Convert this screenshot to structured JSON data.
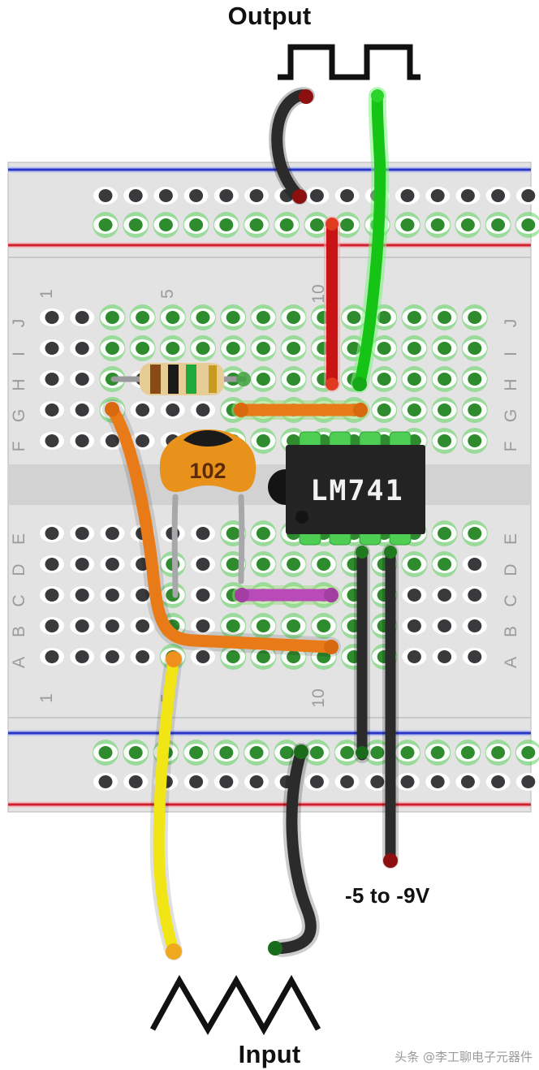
{
  "labels": {
    "output": "Output",
    "input": "Input",
    "supply": "-5 to -9V",
    "watermark": "头条 @李工聊电子元器件"
  },
  "ic": {
    "name": "ic-lm741",
    "marking": "LM741",
    "pin_count": 8
  },
  "capacitor": {
    "marking": "102",
    "type": "ceramic-disc",
    "color": "#e8921c"
  },
  "resistor": {
    "bands": [
      "brown",
      "black",
      "green",
      "gold"
    ],
    "band_colors": [
      "#8a4a16",
      "#1a1a1a",
      "#1faa3c",
      "#c79a20"
    ],
    "body_color": "#e8cc96"
  },
  "breadboard": {
    "row_labels_top": [
      "J",
      "I",
      "H",
      "G",
      "F"
    ],
    "row_labels_bottom": [
      "E",
      "D",
      "C",
      "B",
      "A"
    ],
    "column_numbers": [
      "1",
      "5",
      "10"
    ],
    "rail_positive_color": "#cf2030",
    "rail_negative_color": "#2b37c4",
    "body_color": "#e3e3e4"
  },
  "wires": [
    {
      "name": "wire-black-output-top",
      "color": "#2b2b2b",
      "tip": "#8c1010"
    },
    {
      "name": "wire-green-output",
      "color": "#16c416",
      "tip": "#16c416"
    },
    {
      "name": "wire-red-rail-jumper",
      "color": "#c81414",
      "tip": "#c81414"
    },
    {
      "name": "wire-orange-jumper-long",
      "color": "#e87a18",
      "tip": "#e87a18"
    },
    {
      "name": "wire-orange-feedback",
      "color": "#e87a18",
      "tip": "#e87a18"
    },
    {
      "name": "wire-orange-input",
      "color": "#e87a18",
      "tip": "#e87a18"
    },
    {
      "name": "wire-purple-jumper",
      "color": "#b84bb8",
      "tip": "#b84bb8"
    },
    {
      "name": "wire-yellow-input",
      "color": "#f2e515",
      "tip": "#f0a81e"
    },
    {
      "name": "wire-black-ground-bottom",
      "color": "#2b2b2b",
      "tip": "#1a6b1a"
    },
    {
      "name": "wire-black-supply-1",
      "color": "#2b2b2b",
      "tip": "#1a6b1a"
    },
    {
      "name": "wire-black-supply-2",
      "color": "#2b2b2b",
      "tip": "#8c1010"
    }
  ],
  "waveforms": {
    "output": {
      "type": "square",
      "name": "square-wave-output"
    },
    "input": {
      "type": "triangle",
      "name": "triangle-wave-input"
    }
  }
}
